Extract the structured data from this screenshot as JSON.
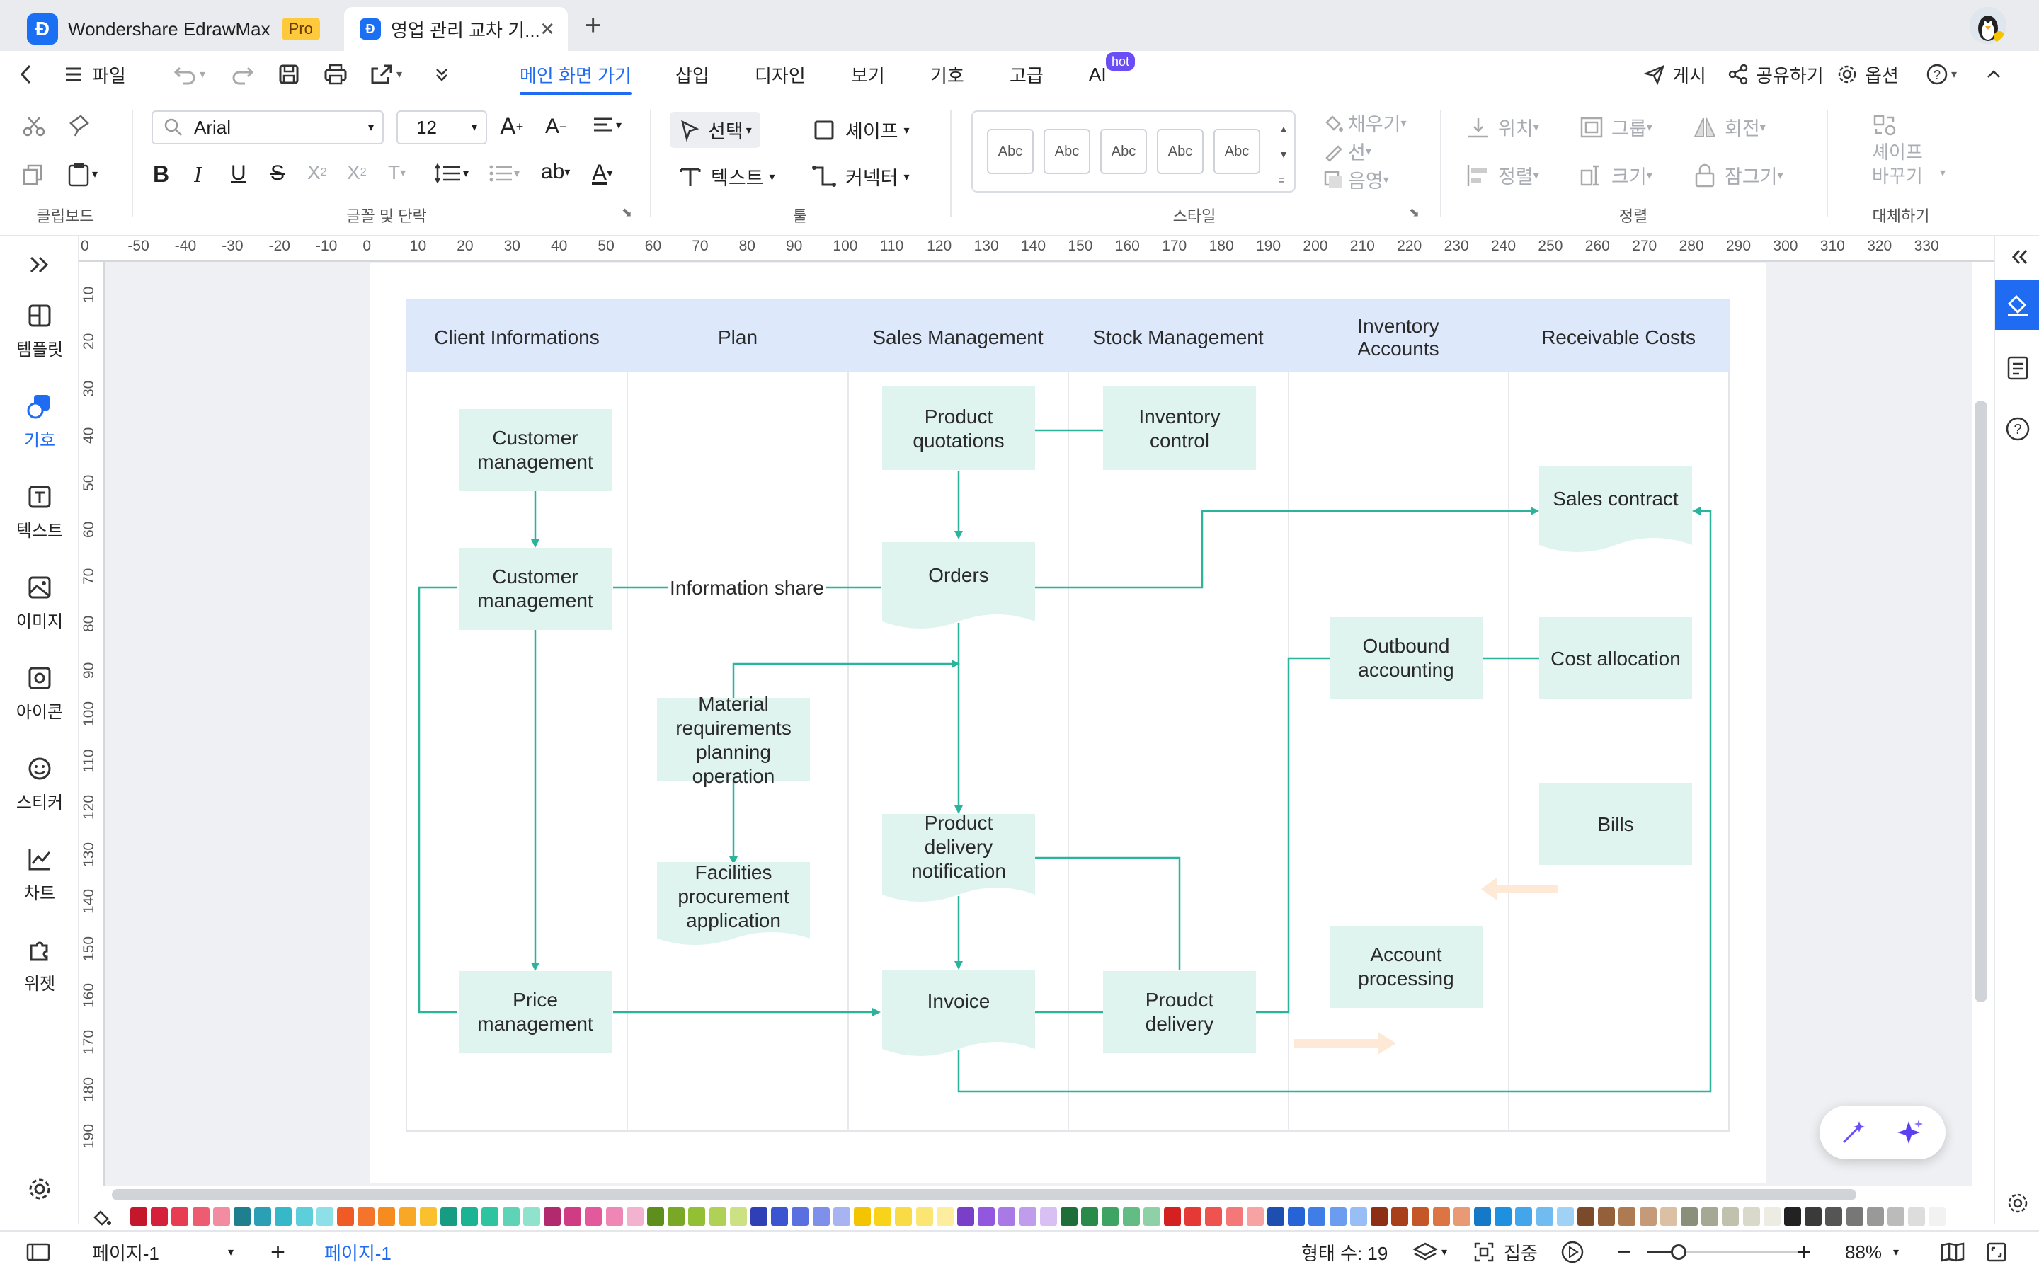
{
  "app": {
    "name": "Wondershare EdrawMax",
    "badge": "Pro"
  },
  "doc_tab": {
    "title": "영업 관리 교차 기..."
  },
  "menu": {
    "file": "파일",
    "tabs": [
      "메인 화면 가기",
      "삽입",
      "디자인",
      "보기",
      "기호",
      "고급",
      "AI"
    ],
    "hot_badge": "hot",
    "right": {
      "publish": "게시",
      "share": "공유하기",
      "options": "옵션"
    }
  },
  "ribbon": {
    "font_name": "Arial",
    "font_size": "12",
    "select": "선택",
    "shape": "셰이프",
    "text": "텍스트",
    "connector": "커넥터",
    "abc": "Abc",
    "fill": "채우기",
    "line": "선",
    "shadow": "음영",
    "position": "위치",
    "group": "그룹",
    "rotate": "회전",
    "align": "정렬",
    "size": "크기",
    "lock": "잠그기",
    "replace1": "셰이프",
    "replace2": "바꾸기",
    "labels": {
      "clipboard": "클립보드",
      "font": "글꼴 및 단락",
      "tools": "툴",
      "style": "스타일",
      "arrange": "정렬",
      "replace": "대체하기"
    }
  },
  "sidebar": {
    "items": [
      "템플릿",
      "기호",
      "텍스트",
      "이미지",
      "아이콘",
      "스티커",
      "차트",
      "위젯"
    ],
    "active": "기호"
  },
  "ruler": {
    "h": [
      "0",
      "-50",
      "-40",
      "-30",
      "-20",
      "-10",
      "0",
      "10",
      "20",
      "30",
      "40",
      "50",
      "60",
      "70",
      "80",
      "90",
      "100",
      "110",
      "120",
      "130",
      "140",
      "150",
      "160",
      "170",
      "180",
      "190",
      "200",
      "210",
      "220",
      "230",
      "240",
      "250",
      "260",
      "270",
      "280",
      "290",
      "300",
      "310",
      "320",
      "330"
    ],
    "v": [
      "10",
      "20",
      "30",
      "40",
      "50",
      "60",
      "70",
      "80",
      "90",
      "100",
      "110",
      "120",
      "130",
      "140",
      "150",
      "160",
      "170",
      "180",
      "190"
    ]
  },
  "diagram": {
    "lanes": [
      "Client Informations",
      "Plan",
      "Sales Management",
      "Stock Management",
      "Inventory Accounts",
      "Receivable Costs"
    ],
    "shapes": {
      "cust1": "Customer management",
      "cust2": "Customer management",
      "price": "Price management",
      "mrp": "Material requirements planning operation",
      "facil": "Facilities procurement application",
      "quot": "Product quotations",
      "orders": "Orders",
      "pdn": "Product delivery notification",
      "invoice": "Invoice",
      "invctl": "Inventory control",
      "pdel": "Proudct delivery",
      "outb": "Outbound accounting",
      "accp": "Account processing",
      "sales": "Sales contract",
      "cost": "Cost allocation",
      "bills": "Bills"
    },
    "info_share": "Information share"
  },
  "palette": [
    "#c4172c",
    "#d61f3a",
    "#e83c52",
    "#ee5c72",
    "#f28ca0",
    "#1f7f8f",
    "#2ba0b5",
    "#36b8c8",
    "#5ccfdb",
    "#8ee0e8",
    "#f05a24",
    "#f4742b",
    "#f68b1f",
    "#f9a825",
    "#fbc02d",
    "#169c82",
    "#1ab394",
    "#2ec4a0",
    "#5fd3b5",
    "#8fe3cc",
    "#b22a6e",
    "#d03c84",
    "#e25a9c",
    "#ee86b6",
    "#f3b2cf",
    "#5e8f1c",
    "#78a825",
    "#93bf35",
    "#afd155",
    "#cbe184",
    "#2f3fb5",
    "#3b55d0",
    "#5a6fe0",
    "#7f90ea",
    "#a8b4f2",
    "#f5c400",
    "#f8d31a",
    "#f9dc45",
    "#fbe573",
    "#fdee9f",
    "#7a3fc9",
    "#9257de",
    "#a97ae6",
    "#c09ced",
    "#d8c0f4",
    "#1e6e3a",
    "#2a8a4a",
    "#3ea463",
    "#63bc84",
    "#8fd1a6",
    "#d42020",
    "#e53935",
    "#ef5350",
    "#f47878",
    "#f8a3a3",
    "#1d4fb0",
    "#2563d6",
    "#3f7ee6",
    "#6a9def",
    "#99bdf5",
    "#8c2f14",
    "#a8401c",
    "#c45628",
    "#dc7444",
    "#e99a74",
    "#1679c8",
    "#1e90e0",
    "#43a6ea",
    "#70bcf0",
    "#a0d2f5",
    "#7a4a2a",
    "#94603a",
    "#ae7a52",
    "#c49a78",
    "#dcc0a4",
    "#8a8f7a",
    "#a5a892",
    "#c0c2ae",
    "#d8d9ca",
    "#ecece2",
    "#222222",
    "#3a3a3a",
    "#555555",
    "#777777",
    "#999999",
    "#bbbbbb",
    "#dddddd",
    "#f2f2f2"
  ],
  "status": {
    "page_select": "페이지-1",
    "page_tab": "페이지-1",
    "shape_count": "형태 수: 19",
    "focus": "집중",
    "zoom": "88%"
  }
}
